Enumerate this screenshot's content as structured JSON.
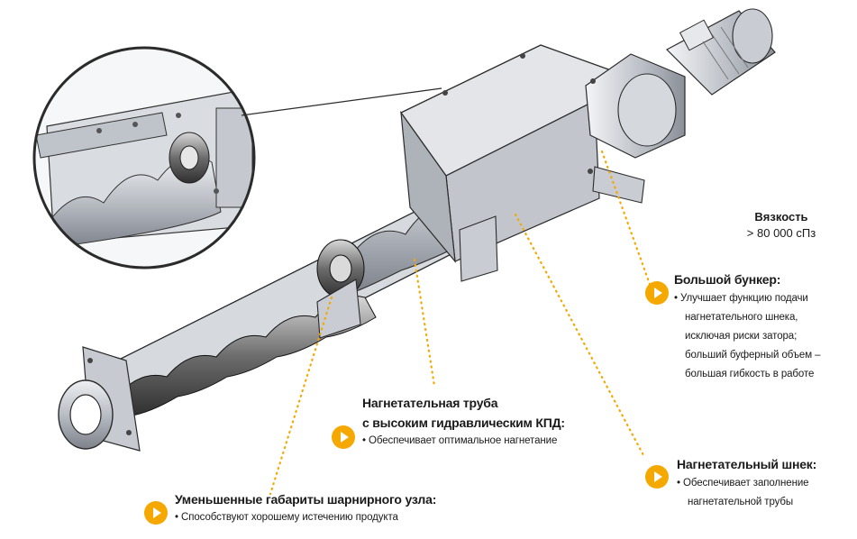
{
  "viscosity": {
    "label": "Вязкость",
    "value": "> 80 000 сПз"
  },
  "callouts": {
    "hopper": {
      "title": "Большой бункер:",
      "bullets": [
        "Улучшает функцию подачи",
        "нагнетательного шнека,",
        "исключая риски затора;",
        "больший буферный объем –",
        "большая гибкость в работе"
      ]
    },
    "tube": {
      "title_line1": "Нагнетательная труба",
      "title_line2": "с высоким гидравлическим КПД:",
      "bullets": [
        "Обеспечивает оптимальное нагнетание"
      ]
    },
    "screw": {
      "title": "Нагнетательный шнек:",
      "bullets": [
        "Обеспечивает заполнение",
        "нагнетательной трубы"
      ]
    },
    "joint": {
      "title": "Уменьшенные габариты шарнирного узла:",
      "bullets": [
        "Способствуют хорошему истечению продукта"
      ]
    }
  },
  "colors": {
    "accent": "#f5a800",
    "metal": "#c9ccd2",
    "metal_dark": "#7a7f88",
    "outline": "#2b2b2b"
  }
}
